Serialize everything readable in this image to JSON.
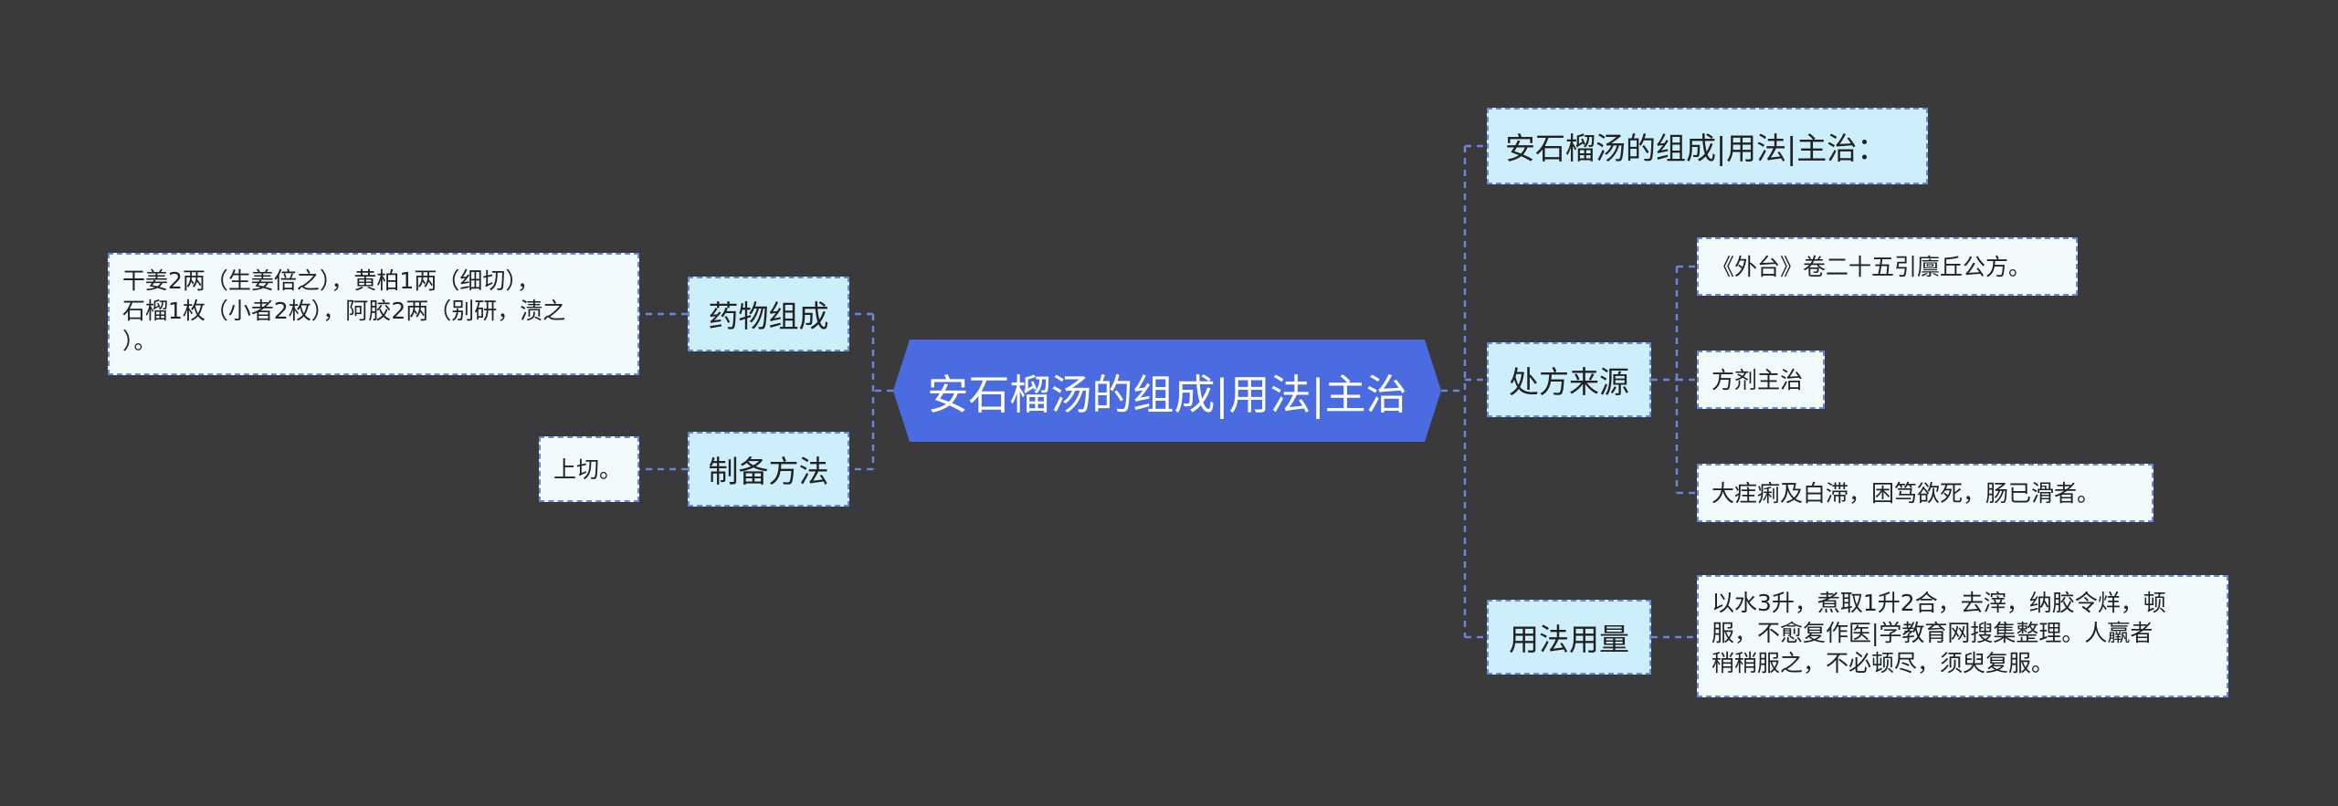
{
  "root": {
    "title": "安石榴汤的组成|用法|主治"
  },
  "colors": {
    "background": "#3a393b",
    "root_fill": "#4a6ce0",
    "connector": "#6a86d8",
    "branch_fill": "#cdeefb",
    "leaf_fill": "#f1fbfe"
  },
  "left": {
    "composition": {
      "label": "药物组成",
      "detail_lines": [
        "干姜2两（生姜倍之），黄柏1两（细切），",
        "石榴1枚（小者2枚），阿胶2两（别研，渍之",
        "）。"
      ]
    },
    "preparation": {
      "label": "制备方法",
      "detail": "上切。"
    }
  },
  "right": {
    "heading": "安石榴汤的组成|用法|主治：",
    "source": {
      "label": "处方来源",
      "items": [
        "《外台》卷二十五引廪丘公方。",
        "方剂主治",
        "大疰痢及白滞，困笃欲死，肠已滑者。"
      ]
    },
    "usage": {
      "label": "用法用量",
      "detail_lines": [
        "以水3升，煮取1升2合，去滓，纳胶令烊，顿",
        "服，不愈复作医|学教育网搜集整理。人羸者",
        "稍稍服之，不必顿尽，须臾复服。"
      ]
    }
  }
}
